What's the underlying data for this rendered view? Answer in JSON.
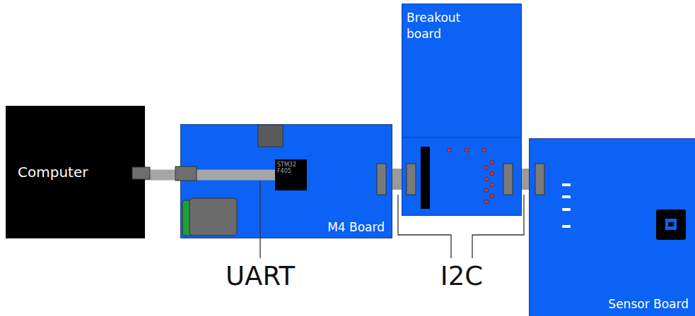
{
  "diagram": {
    "nodes": [
      {
        "text": [
          "Computer"
        ]
      },
      {
        "text": [
          "M4 Board"
        ]
      },
      {
        "text": [
          "STM32 F405"
        ],
        "in": 1
      },
      {
        "text": [
          "Breakout board"
        ]
      },
      {
        "text": [
          "Sensor Board"
        ]
      }
    ],
    "edges": [
      {
        "from": 0,
        "to": 2,
        "arrow": "none"
      },
      {
        "from": 1,
        "to": 3,
        "arrow": "none"
      },
      {
        "from": 3,
        "to": 4,
        "arrow": "none"
      }
    ],
    "labels": [
      "UART",
      "I2C"
    ]
  }
}
